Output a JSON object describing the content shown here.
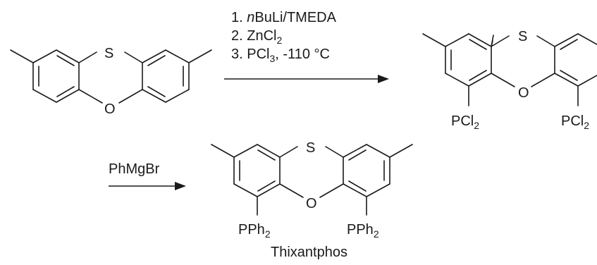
{
  "atoms": {
    "S": "S",
    "O": "O",
    "P": "P",
    "Cl": "Cl",
    "Ph": "Ph",
    "two": "2"
  },
  "step1": {
    "c1_num": "1.",
    "c1_italic": "n",
    "c1_rest": "BuLi/TMEDA",
    "c2_num": "2.",
    "c2_main": "ZnCl",
    "c2_sub": "2",
    "c3_num": "3.",
    "c3_main": "PCl",
    "c3_sub": "3",
    "c3_rest": ", -110 °C"
  },
  "step2": {
    "reagent": "PhMgBr"
  },
  "product": {
    "name": "Thixantphos"
  }
}
